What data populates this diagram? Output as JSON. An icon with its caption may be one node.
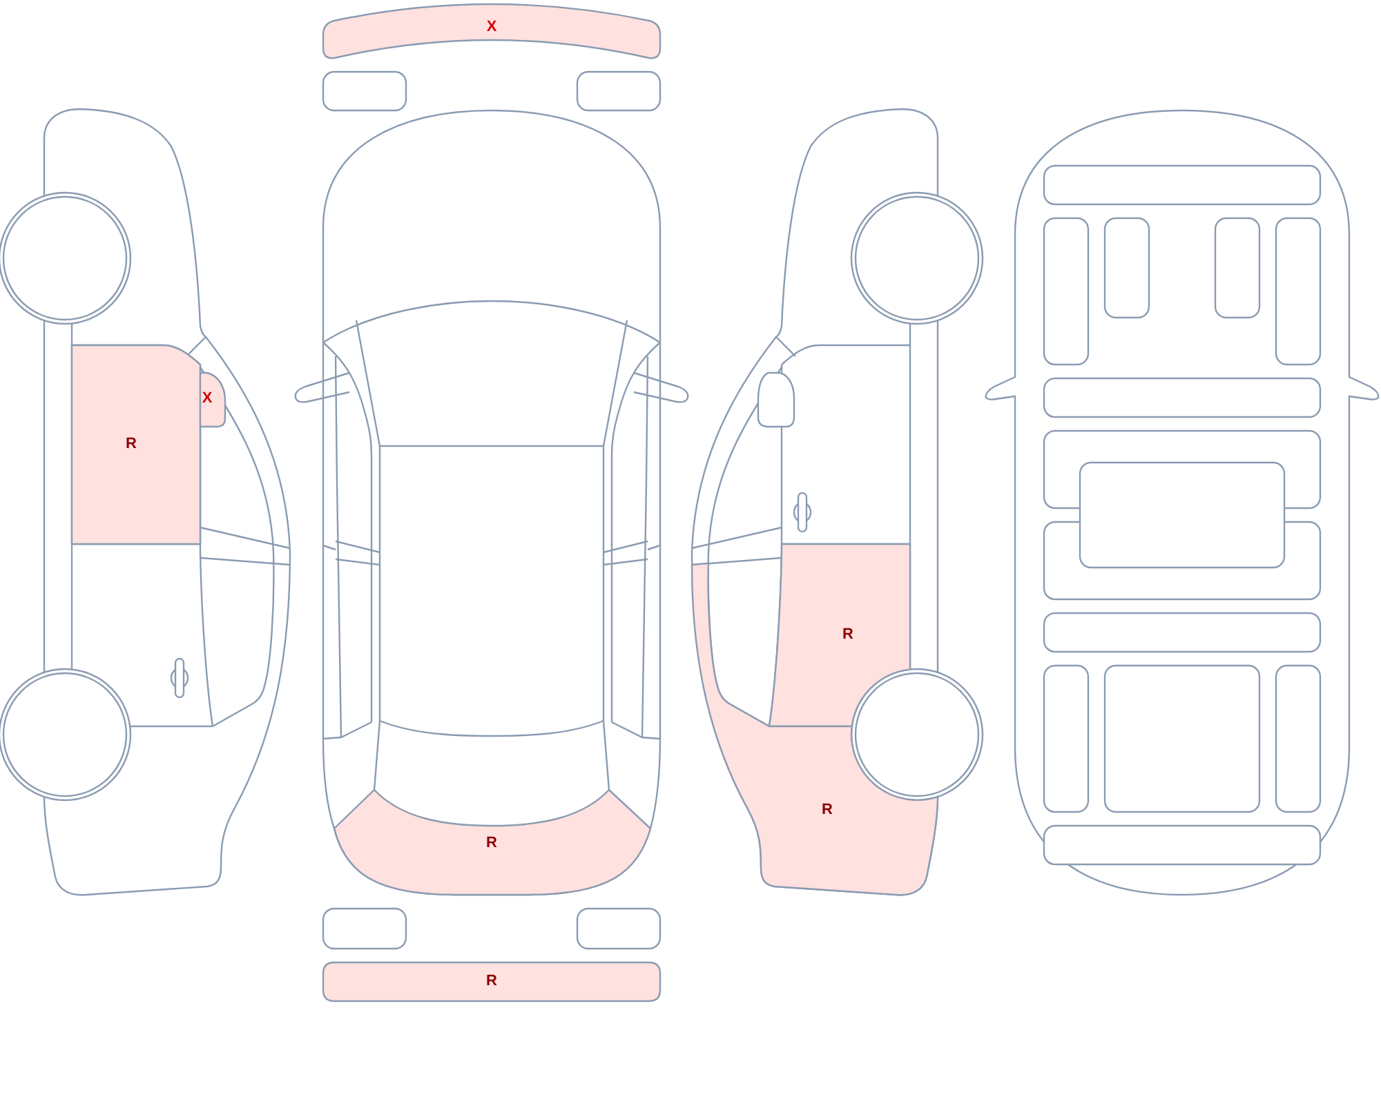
{
  "diagram": {
    "nodes": [
      {
        "text": [
          "X"
        ]
      },
      {
        "text": [
          "R"
        ]
      },
      {
        "text": [
          "X"
        ]
      },
      {
        "text": [
          "R"
        ]
      },
      {
        "text": [
          "R"
        ]
      },
      {
        "text": [
          "R"
        ]
      },
      {
        "text": [
          "R"
        ]
      }
    ]
  }
}
